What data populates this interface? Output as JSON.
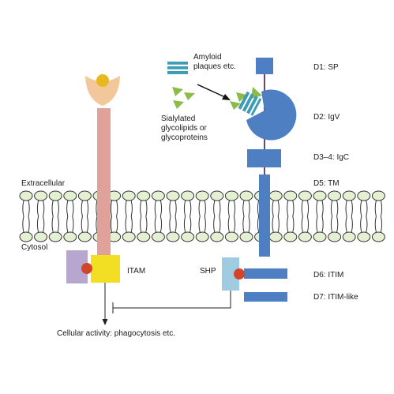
{
  "labels": {
    "amyloid": "Amyloid plaques etc.",
    "sialylated": "Sialylated glycolipids or glycoproteins",
    "extracellular": "Extracellular",
    "cytosol": "Cytosol",
    "itam": "ITAM",
    "shp": "SHP",
    "cellular_activity": "Cellular activity: phagocytosis etc.",
    "domains": [
      "D1: SP",
      "D2: IgV",
      "D3–4: IgC",
      "D5: TM",
      "D6: ITIM",
      "D7: ITIM-like"
    ]
  },
  "colors": {
    "receptor_blue": "#4e7fc2",
    "left_receptor_pink": "#e0a19b",
    "ligand_head_orange": "#f2c89b",
    "ligand_core_yellow": "#e8b91e",
    "itam_yellow": "#f2df23",
    "purple_box": "#b7a6ce",
    "shp_box": "#9fcce0",
    "phospho_red": "#d2452b",
    "glycan_green": "#8dbb4a",
    "plaque_teal": "#3f9cb5",
    "membrane_head": "#e3f0d2",
    "tether": "#6a4a6a"
  }
}
